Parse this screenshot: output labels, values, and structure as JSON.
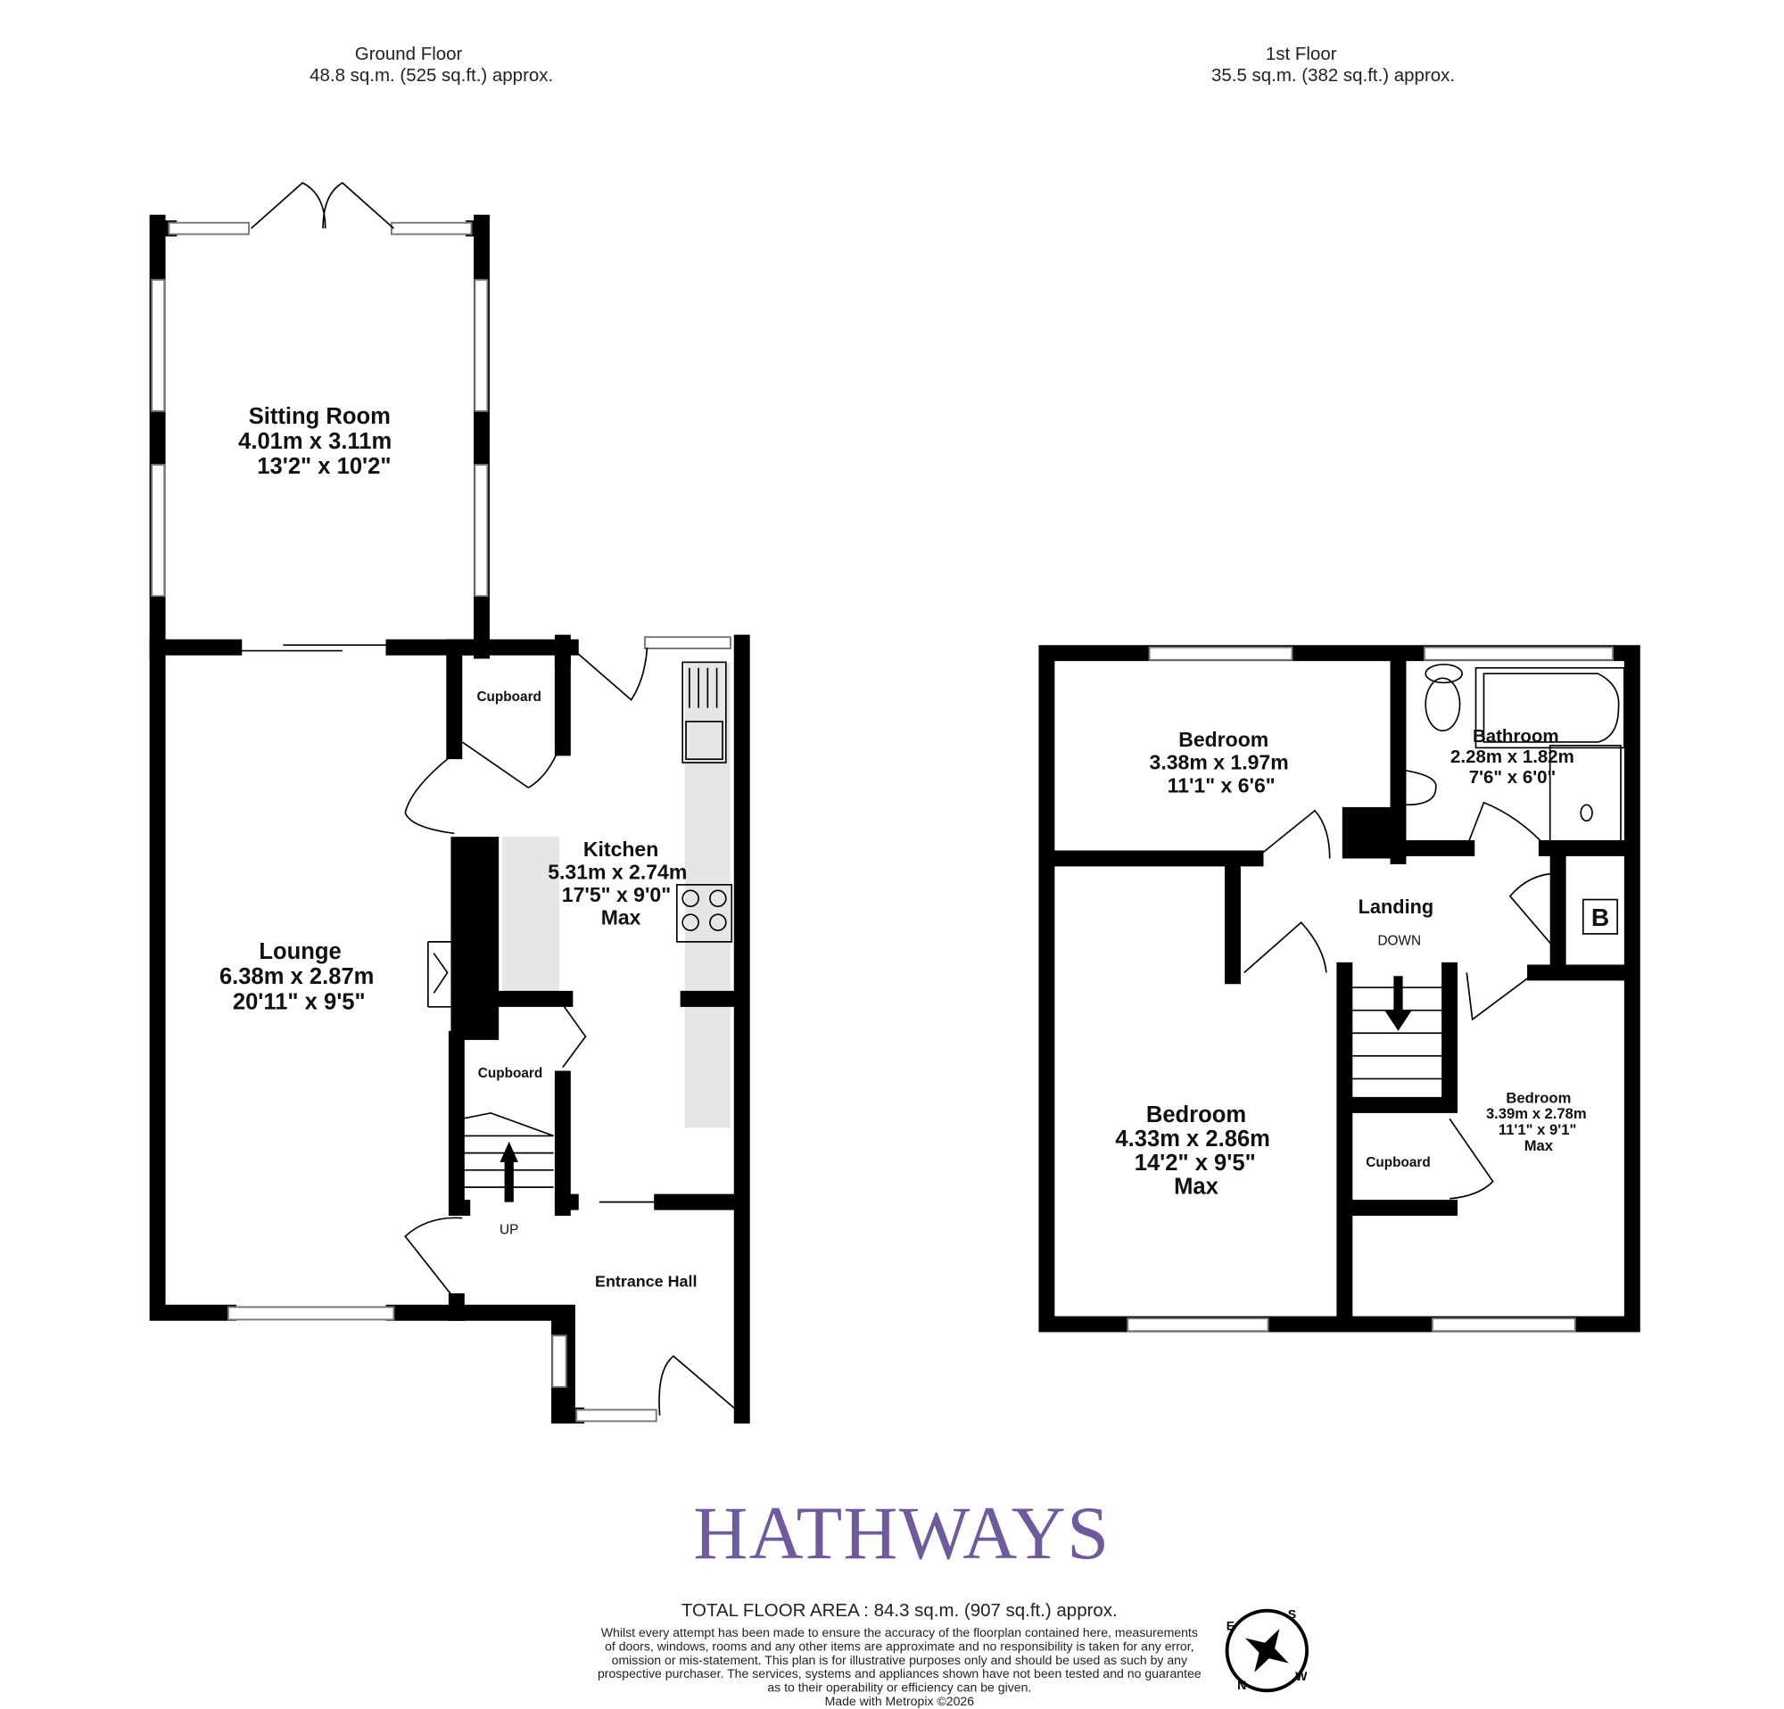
{
  "ground_floor": {
    "title": "Ground Floor",
    "area": "48.8 sq.m. (525 sq.ft.) approx.",
    "rooms": [
      {
        "name": "Sitting Room",
        "metric": "4.01m  x 3.11m",
        "imperial": "13'2\"  x 10'2\""
      },
      {
        "name": "Lounge",
        "metric": "6.38m  x 2.87m",
        "imperial": "20'11\"  x 9'5\""
      },
      {
        "name": "Kitchen",
        "metric": "5.31m  x 2.74m",
        "imperial": "17'5\"  x 9'0\"",
        "note": "Max"
      },
      {
        "name": "Entrance Hall"
      },
      {
        "name": "Cupboard"
      },
      {
        "name": "Cupboard"
      }
    ],
    "stairs_label": "UP"
  },
  "first_floor": {
    "title": "1st Floor",
    "area": "35.5 sq.m. (382 sq.ft.) approx.",
    "rooms": [
      {
        "name": "Bedroom",
        "metric": "3.38m  x 1.97m",
        "imperial": "11'1\"  x 6'6\""
      },
      {
        "name": "Bathroom",
        "metric": "2.28m  x 1.82m",
        "imperial": "7'6\"  x 6'0\""
      },
      {
        "name": "Landing"
      },
      {
        "name": "Bedroom",
        "metric": "4.33m  x 2.86m",
        "imperial": "14'2\"  x 9'5\"",
        "note": "Max"
      },
      {
        "name": "Bedroom",
        "metric": "3.39m  x 2.78m",
        "imperial": "11'1\"  x 9'1\"",
        "note": "Max"
      },
      {
        "name": "Cupboard"
      }
    ],
    "stairs_label": "DOWN",
    "boiler_label": "B"
  },
  "logo": {
    "text": "HATHWAYS",
    "color": "#6e5a9c"
  },
  "footer": {
    "total_area": "TOTAL FLOOR AREA : 84.3 sq.m. (907 sq.ft.) approx.",
    "disclaimer_lines": [
      "Whilst every attempt has been made to ensure the accuracy of the floorplan contained here, measurements",
      "of doors, windows, rooms and any other items are approximate and no responsibility is taken for any error,",
      "omission or mis-statement. This plan is for illustrative purposes only and should be used as such by any",
      "prospective purchaser. The services, systems and appliances shown have not been tested and no guarantee",
      "as to their operability or efficiency can be given."
    ],
    "credit": "Made with Metropix ©2026"
  },
  "compass": {
    "icon": "compass-icon",
    "letters": [
      "N",
      "E",
      "S",
      "W"
    ]
  }
}
